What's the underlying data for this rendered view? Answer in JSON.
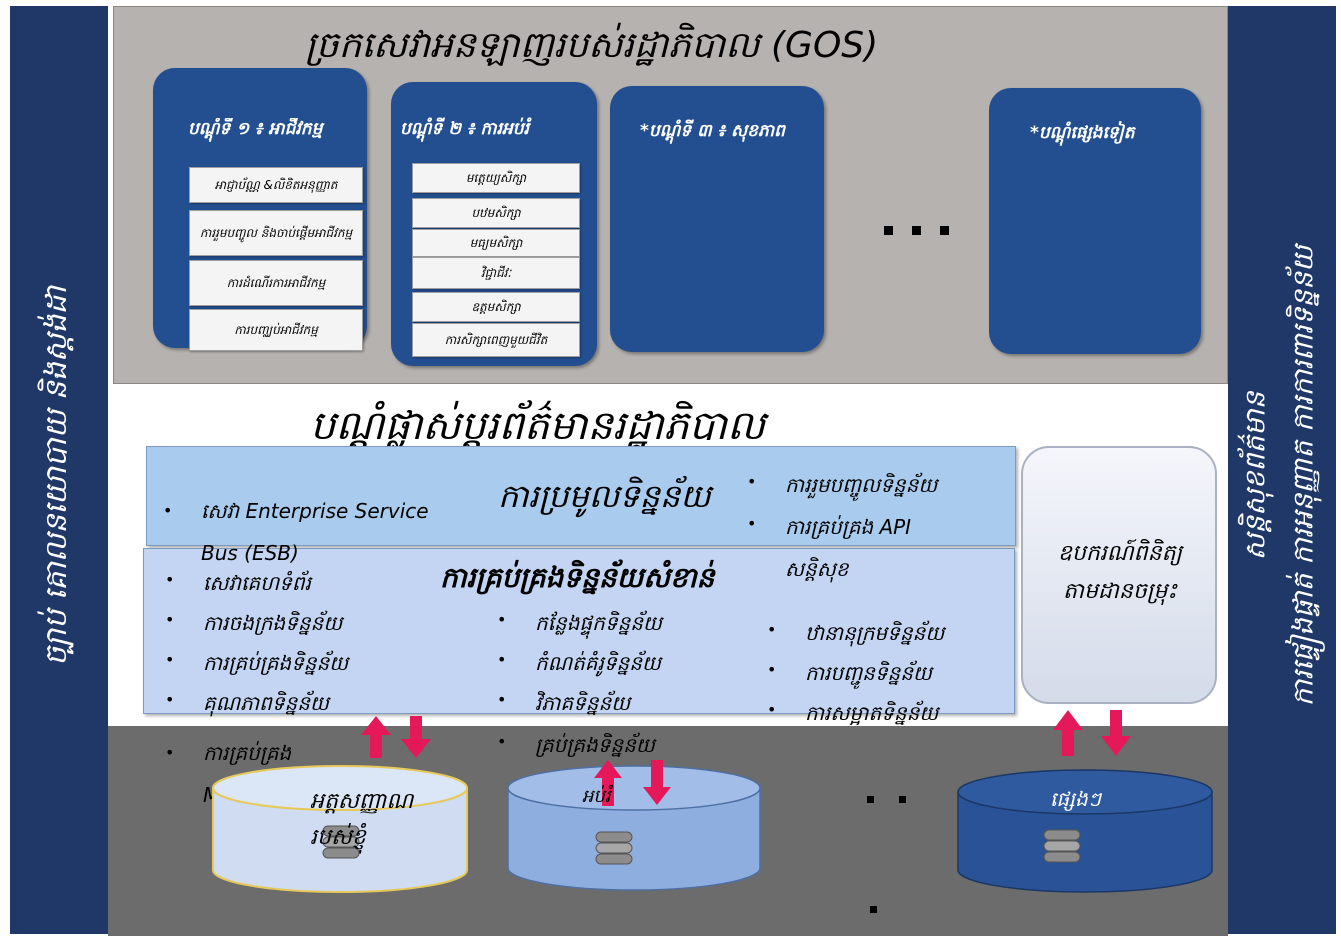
{
  "left_bar": {
    "text": "ច្បាប់ គោលនយោបាយ និងស្តង់ដា"
  },
  "right_bar": {
    "line1": "សន្តិសុខព័ត៌មាន",
    "line2": "ការផ្ទៀងផ្ទាត់ ការអនុញ្ញាត ការការពារទិន្នន័យ"
  },
  "gos": {
    "title": "ច្រកសេវាអនឡាញរបស់រដ្ឋាភិបាល (GOS)",
    "cards": [
      {
        "title": "បណ្ដុំទី ១ ៖ អាជីវកម្ម",
        "items": [
          "អាជ្ញាប័ណ្ណ &លិខិតអនុញ្ញាត",
          "ការរួមបញ្ចូល និងចាប់ផ្តើមអាជីវកម្ម",
          "ការដំណើរការអាជីវកម្ម",
          "ការបញ្ឈប់អាជីវកម្ម"
        ]
      },
      {
        "title": "បណ្ដុំទី ២ ៖ ការអប់រំ",
        "items": [
          "មត្តេយ្យសិក្សា",
          "បឋមសិក្សា",
          "មធ្យមសិក្សា",
          "វិជ្ជាជីវៈ",
          "ឧត្តមសិក្សា",
          "ការសិក្សាពេញមួយជីវិត"
        ]
      },
      {
        "title": "*បណ្ដុំទី ៣ ៖ សុខភាព"
      },
      {
        "title": "*បណ្តុំផ្សេងទៀត"
      }
    ]
  },
  "exchange": {
    "title": "បណ្តុំផ្លាស់ប្តូរព័ត៌មានរដ្ឋាភិបាល",
    "integration_label": "ការប្រមូលទិន្នន័យ",
    "integration_items": [
      "សេវា Enterprise Service Bus (ESB)",
      "ការរួមបញ្ចូលទិន្នន័យ",
      "ការគ្រប់គ្រង API",
      "សន្តិសុខ"
    ],
    "management_label": "ការគ្រប់គ្រងទិន្នន័យសំខាន់",
    "col1": [
      "សេវាគេហទំព័រ",
      "ការចងក្រងទិន្នន័យ",
      "ការគ្រប់គ្រងទិន្នន័យ",
      "គុណភាពទិន្នន័យ",
      "ការគ្រប់គ្រង Metadata"
    ],
    "col2": [
      "កន្លែងផ្ទុកទិន្នន័យ",
      "កំណត់គំរូទិន្នន័យ",
      "វិភាគទិន្នន័យ",
      "គ្រប់គ្រងទិន្នន័យ"
    ],
    "col3": [
      "ឋានានុក្រមទិន្នន័យ",
      "ការបញ្ជូនទិន្នន័យ",
      "ការសម្អាតទិន្នន័យ"
    ],
    "tool": "ឧបករណ៍ពិនិត្យតាមដានចម្រុះ"
  },
  "databases": [
    {
      "label": "អត្តសញ្ញាណរបស់ខ្ញុំ",
      "color": "#cfdcf2"
    },
    {
      "label": "អប់រំ",
      "color": "#8eaee0"
    },
    {
      "label": "ផ្សេងៗ",
      "color": "#2a5397"
    }
  ],
  "colors": {
    "navy": "#1f3867",
    "card": "#234f91",
    "arrow": "#e5195a",
    "gray_top": "#b6b2b0",
    "gray_bottom": "#6c6c6c"
  }
}
